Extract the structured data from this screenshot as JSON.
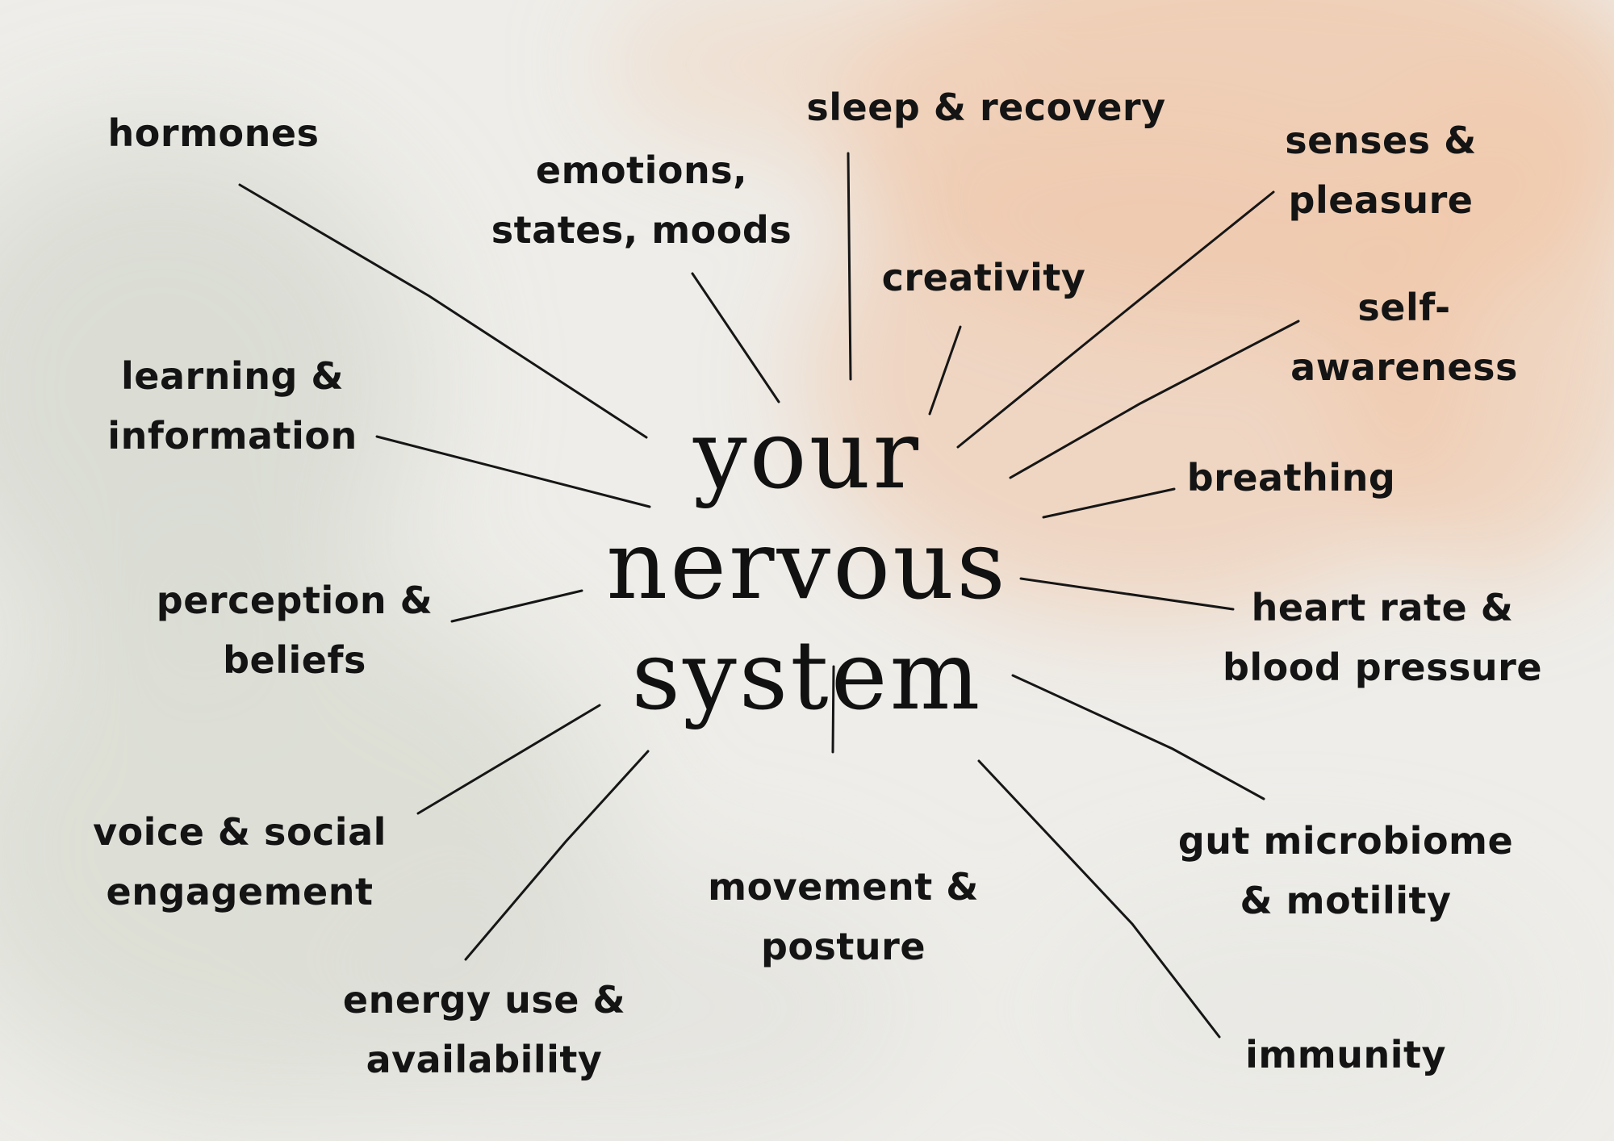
{
  "center_title": {
    "line1": "your",
    "line2": "nervous",
    "line3": "system"
  },
  "labels": {
    "hormones": [
      "hormones"
    ],
    "emotions": [
      "emotions,",
      "states, moods"
    ],
    "sleep": [
      "sleep & recovery"
    ],
    "senses": [
      "senses &",
      "pleasure"
    ],
    "creativity": [
      "creativity"
    ],
    "learning": [
      "learning &",
      "information"
    ],
    "self_awareness": [
      "self-",
      "awareness"
    ],
    "breathing": [
      "breathing"
    ],
    "perception": [
      "perception &",
      "beliefs"
    ],
    "heart_rate": [
      "heart rate &",
      "blood pressure"
    ],
    "voice": [
      "voice & social",
      "engagement"
    ],
    "gut": [
      "gut microbiome",
      "& motility"
    ],
    "movement": [
      "movement &",
      "posture"
    ],
    "energy": [
      "energy use &",
      "availability"
    ],
    "immunity": [
      "immunity"
    ]
  },
  "colors": {
    "ink": "#141414",
    "paper": "#eeede9",
    "wash_peach": "#efc9ad",
    "wash_grey": "#d6d8cf"
  }
}
